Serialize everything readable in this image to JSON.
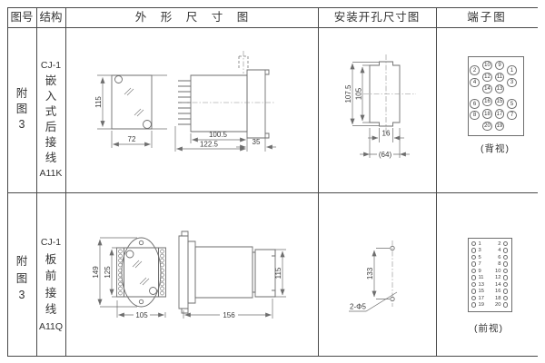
{
  "header": {
    "col_figure": "图号",
    "col_structure": "结构",
    "col_outline": "外 形 尺 寸 图",
    "col_mounting": "安装开孔尺寸图",
    "col_terminal": "端子图"
  },
  "rows": [
    {
      "figure_no": "附图3",
      "figure_no_chars": [
        "附",
        "图",
        "3"
      ],
      "structure": "CJ-1 嵌入式后接线 A11K",
      "structure_lines": [
        "CJ-1",
        "嵌",
        "入",
        "式",
        "后",
        "接",
        "线",
        "A11K"
      ],
      "outline": {
        "front_height": "115",
        "front_width": "72",
        "side_depth": "100.5",
        "side_total": "122.5",
        "flange": "35"
      },
      "mounting": {
        "outer_height": "107.5",
        "inner_height": "105",
        "notch_width": "16",
        "width_ref": "(64)"
      },
      "terminal": {
        "view_label": "(背视)",
        "rows": [
          [
            "2",
            "10",
            "9",
            "1"
          ],
          [
            "4",
            "12",
            "11",
            "3"
          ],
          [
            "",
            "14",
            "13",
            ""
          ],
          [
            "6",
            "16",
            "15",
            "5"
          ],
          [
            "8",
            "18",
            "17",
            "7"
          ],
          [
            "",
            "20",
            "19",
            ""
          ]
        ]
      }
    },
    {
      "figure_no": "附图3",
      "figure_no_chars": [
        "附",
        "图",
        "3"
      ],
      "structure": "CJ-1 板前接线 A11Q",
      "structure_lines": [
        "CJ-1",
        "板",
        "前",
        "接",
        "线",
        "A11Q"
      ],
      "outline": {
        "front_height": "149",
        "front_inner_height": "125",
        "front_width": "105",
        "side_length": "156",
        "side_height": "115"
      },
      "mounting": {
        "hole_spacing": "133",
        "hole_spec": "2-Φ5"
      },
      "terminal": {
        "view_label": "(前视)",
        "rows": [
          [
            "1",
            "2"
          ],
          [
            "3",
            "4"
          ],
          [
            "5",
            "6"
          ],
          [
            "7",
            "8"
          ],
          [
            "9",
            "10"
          ],
          [
            "11",
            "12"
          ],
          [
            "13",
            "14"
          ],
          [
            "15",
            "16"
          ],
          [
            "17",
            "18"
          ],
          [
            "19",
            "20"
          ]
        ]
      }
    }
  ],
  "colors": {
    "table_line": "#4a4a4a",
    "draw_line": "#6e6e6e",
    "text": "#3a3a3a",
    "bg": "#ffffff"
  }
}
